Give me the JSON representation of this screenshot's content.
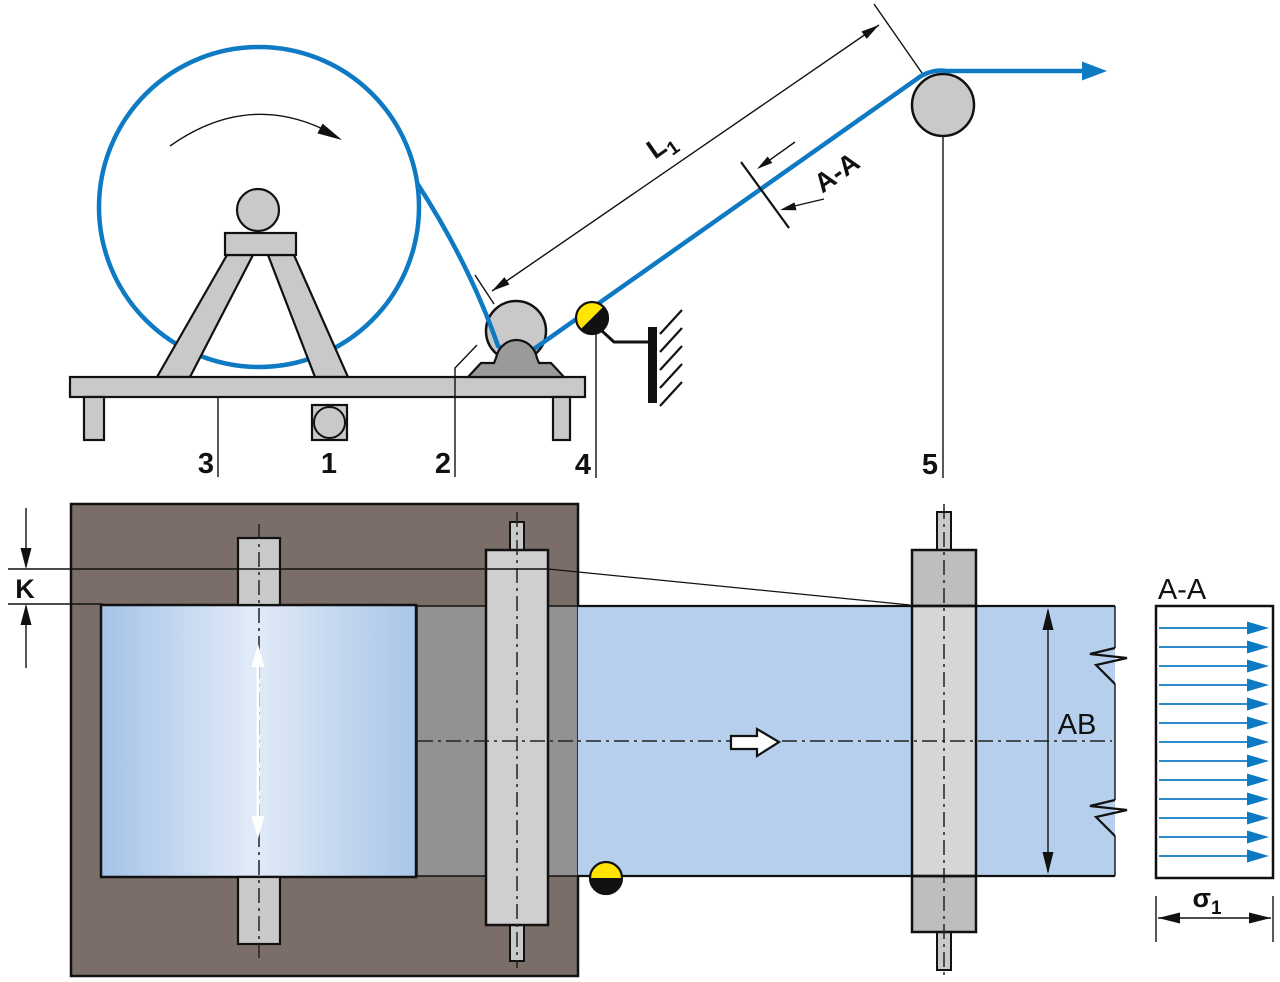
{
  "diagram": {
    "side_view": {
      "part_labels": [
        "3",
        "1",
        "2",
        "4",
        "5"
      ],
      "length_dimension": {
        "base": "L",
        "sub": "1"
      },
      "section_marker": "A-A"
    },
    "top_view": {
      "offset_dimension": "K",
      "width_dimension": "AB",
      "section_title": "A-A",
      "stress_dimension": {
        "base": "σ",
        "sub": "1"
      },
      "stress_arrow_count": 13
    },
    "colors": {
      "web_blue": "#0f7ac4",
      "web_fill": "#b5cfec",
      "roll_gradient_edge": "#a3c3e7",
      "roll_gradient_center": "#e2ebf8",
      "frame_brown": "#7b6d68",
      "plate_gray": "#929292",
      "machine_gray": "#c9c9c9",
      "roller_body_gray": "#d6d6d6",
      "journal_gray": "#bebebe",
      "pedestal_gray": "#9a9a9a",
      "sensor_yellow": "#ffe500",
      "line_black": "#111111",
      "arrow_white": "#ffffff"
    }
  }
}
